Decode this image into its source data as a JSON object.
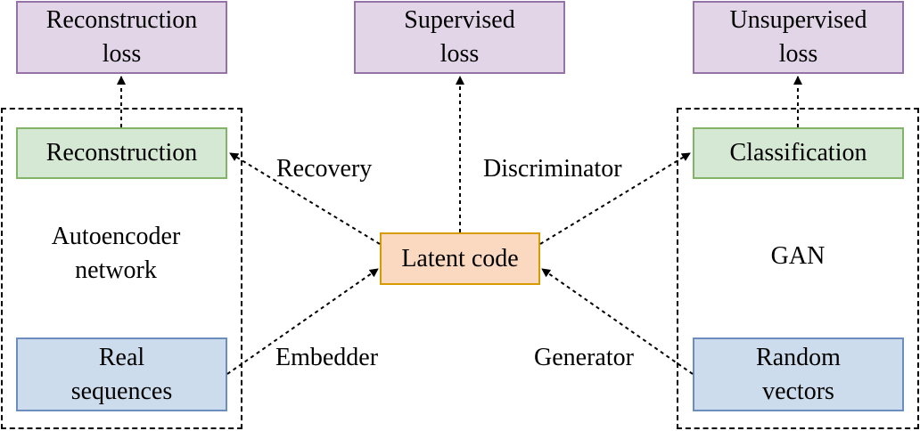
{
  "losses": {
    "reconstruction": [
      "Reconstruction",
      "loss"
    ],
    "supervised": [
      "Supervised",
      "loss"
    ],
    "unsupervised": [
      "Unsupervised",
      "loss"
    ]
  },
  "nodes": {
    "reconstruction": "Reconstruction",
    "classification": "Classification",
    "latent_code": "Latent code",
    "real_sequences": [
      "Real",
      "sequences"
    ],
    "random_vectors": [
      "Random",
      "vectors"
    ]
  },
  "groups": {
    "autoencoder": [
      "Autoencoder",
      "network"
    ],
    "gan": "GAN"
  },
  "edges": {
    "recovery": "Recovery",
    "discriminator": "Discriminator",
    "embedder": "Embedder",
    "generator": "Generator"
  },
  "colors": {
    "loss_fill": "#e1d5e7",
    "loss_stroke": "#9673a6",
    "green_fill": "#d5e8d4",
    "green_stroke": "#82b366",
    "blue_fill": "#cddcec",
    "blue_stroke": "#6c8ebf",
    "orange_fill": "#fad9c0",
    "orange_stroke": "#d79b00"
  }
}
